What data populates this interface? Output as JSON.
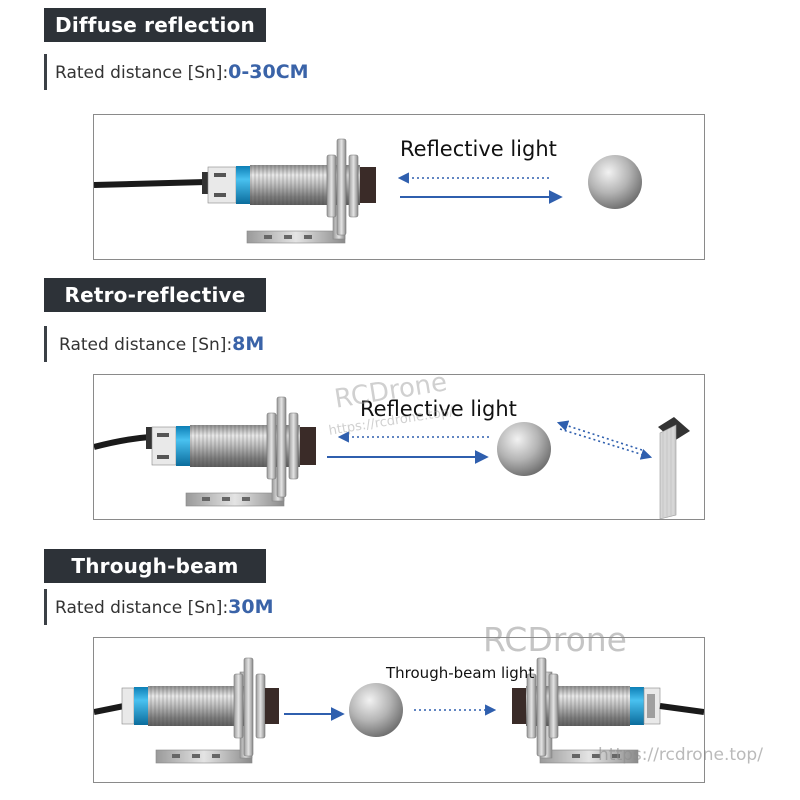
{
  "sections": [
    {
      "title": "Diffuse reflection",
      "rated_label": "Rated distance [Sn]:",
      "rated_value": "0-30CM",
      "light_label": "Reflective light"
    },
    {
      "title": "Retro-reflective",
      "rated_label": "Rated distance [Sn]:",
      "rated_value": "8M",
      "light_label": "Reflective light"
    },
    {
      "title": "Through-beam",
      "rated_label": "Rated distance [Sn]:",
      "rated_value": "30M",
      "light_label": "Through-beam light"
    }
  ],
  "watermarks": {
    "brand_1": "RCDrone",
    "url_1": "https://rcdrone.top/",
    "brand_2": "RCDrone",
    "url_2": "https://rcdrone.top/"
  },
  "colors": {
    "title_bar": "#2d3238",
    "accent_blue": "#3a63a8",
    "sensor_band": "#1fa0d8",
    "arrow_blue": "#2f5fae"
  }
}
